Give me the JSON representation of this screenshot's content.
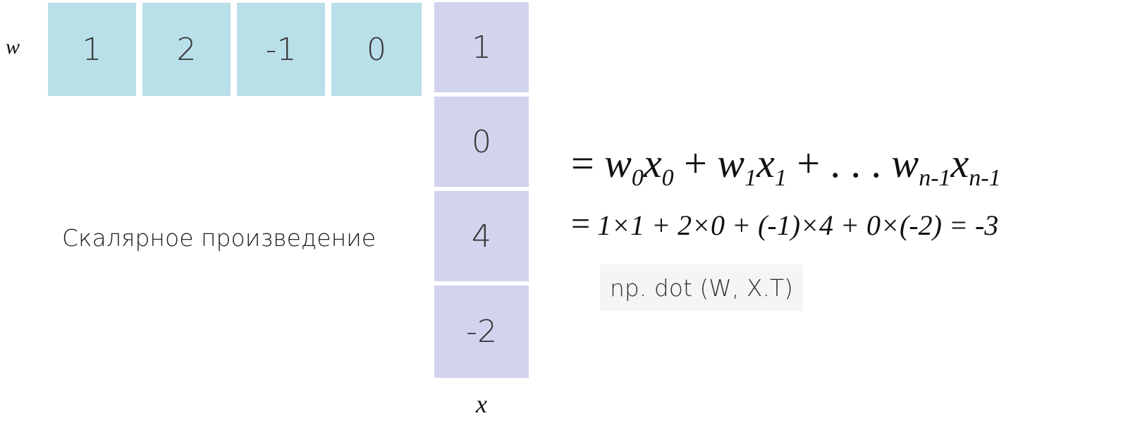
{
  "vector_w": {
    "label": "w",
    "values": [
      "1",
      "2",
      "-1",
      "0"
    ]
  },
  "vector_x": {
    "label": "x",
    "values": [
      "1",
      "0",
      "4",
      "-2"
    ]
  },
  "caption": "Скалярное произведение",
  "formula_general": {
    "eq": "=",
    "w0": "w",
    "w0_sub": "0",
    "x0": "x",
    "x0_sub": "0",
    "plus1": "+",
    "w1": "w",
    "w1_sub": "1",
    "x1": "x",
    "x1_sub": "1",
    "plus2": "+",
    "dots": ". . .",
    "wn": "w",
    "wn_sub": "n-1",
    "xn": "x",
    "xn_sub": "n-1"
  },
  "formula_numeric": {
    "eq": "=",
    "expression": "1×1 + 2×0 + (-1)×4 + 0×(-2) = -3"
  },
  "code": "np. dot (W, X.T)",
  "colors": {
    "w_cell": "#b9dfe9",
    "x_cell": "#d2d3ed",
    "code_bg": "#f5f5f5"
  }
}
